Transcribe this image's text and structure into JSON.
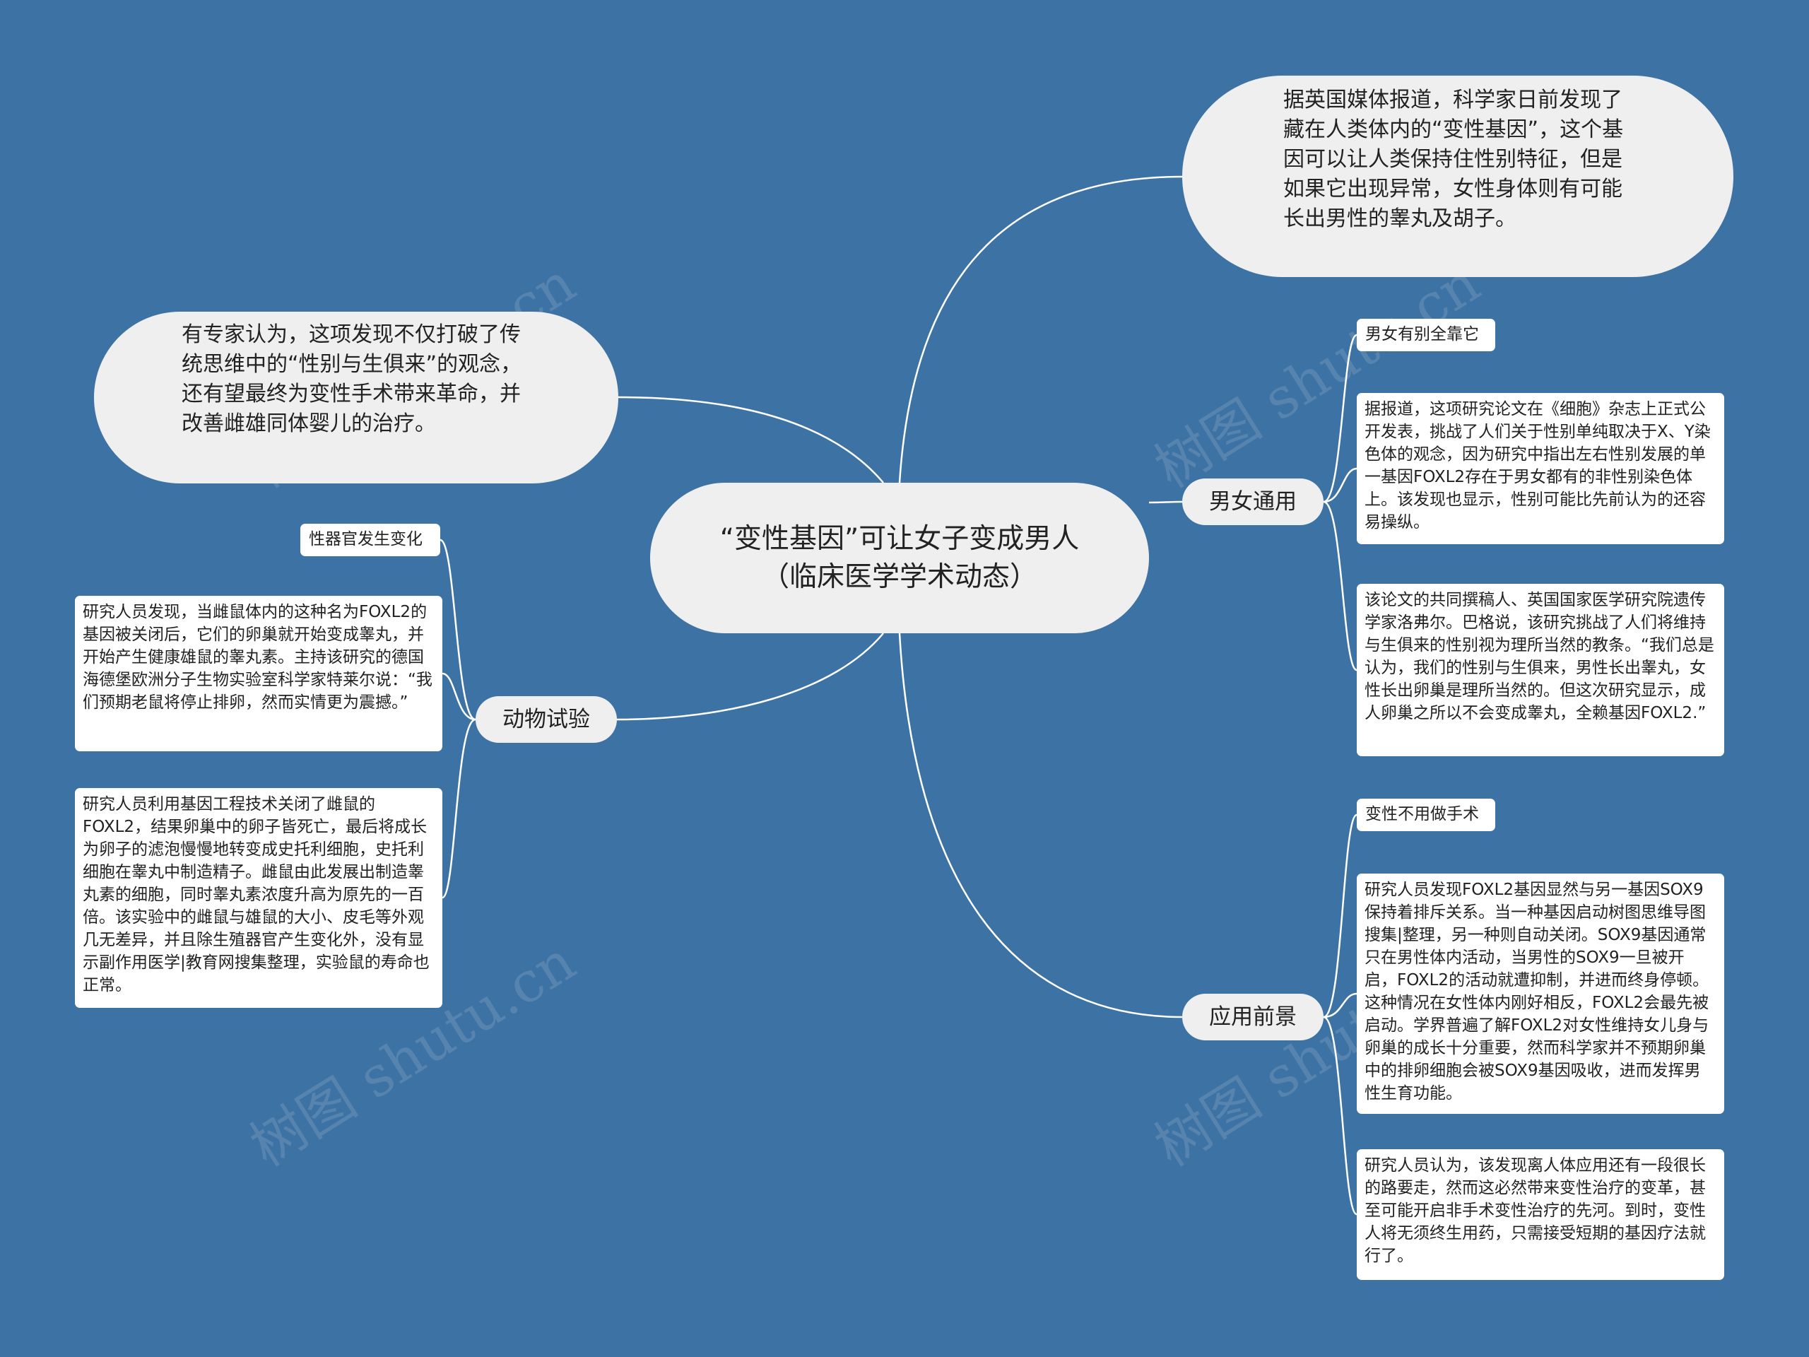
{
  "center": {
    "title": "“变性基因”可让女子变成男人（临床医学学术动态）"
  },
  "bubbles": {
    "top": "据英国媒体报道，科学家日前发现了藏在人类体内的“变性基因”，这个基因可以让人类保持住性别特征，但是如果它出现异常，女性身体则有可能长出男性的睾丸及胡子。",
    "left": "有专家认为，这项发现不仅打破了传统思维中的“性别与生俱来”的观念，还有望最终为变性手术带来革命，并改善雌雄同体婴儿的治疗。"
  },
  "branches": {
    "nvtong": {
      "label": "男女通用",
      "sub_label": "男女有别全靠它",
      "cards": [
        "据报道，这项研究论文在《细胞》杂志上正式公开发表，挑战了人们关于性别单纯取决于X、Y染色体的观念，因为研究中指出左右性别发展的单一基因FOXL2存在于男女都有的非性别染色体上。该发现也显示，性别可能比先前认为的还容易操纵。",
        "该论文的共同撰稿人、英国国家医学研究院遗传学家洛弗尔。巴格说，该研究挑战了人们将维持与生俱来的性别视为理所当然的教条。“我们总是认为，我们的性别与生俱来，男性长出睾丸，女性长出卵巢是理所当然的。但这次研究显示，成人卵巢之所以不会变成睾丸，全赖基因FOXL2.”"
      ]
    },
    "dongwu": {
      "label": "动物试验",
      "sub_label": "性器官发生变化",
      "cards": [
        "研究人员发现，当雌鼠体内的这种名为FOXL2的基因被关闭后，它们的卵巢就开始变成睾丸，并开始产生健康雄鼠的睾丸素。主持该研究的德国海德堡欧洲分子生物实验室科学家特莱尔说：“我们预期老鼠将停止排卵，然而实情更为震撼。”",
        "研究人员利用基因工程技术关闭了雌鼠的FOXL2，结果卵巢中的卵子皆死亡，最后将成长为卵子的滤泡慢慢地转变成史托利细胞，史托利细胞在睾丸中制造精子。雌鼠由此发展出制造睾丸素的细胞，同时睾丸素浓度升高为原先的一百倍。该实验中的雌鼠与雄鼠的大小、皮毛等外观几无差异，并且除生殖器官产生变化外，没有显示副作用医学|教育网搜集整理，实验鼠的寿命也正常。"
      ]
    },
    "yingyong": {
      "label": "应用前景",
      "sub_label": "变性不用做手术",
      "cards": [
        "研究人员发现FOXL2基因显然与另一基因SOX9保持着排斥关系。当一种基因启动树图思维导图搜集|整理，另一种则自动关闭。SOX9基因通常只在男性体内活动，当男性的SOX9一旦被开启，FOXL2的活动就遭抑制，并进而终身停顿。这种情况在女性体内刚好相反，FOXL2会最先被启动。学界普遍了解FOXL2对女性维持女儿身与卵巢的成长十分重要，然而科学家并不预期卵巢中的排卵细胞会被SOX9基因吸收，进而发挥男性生育功能。",
        "研究人员认为，该发现离人体应用还有一段很长的路要走，然而这必然带来变性治疗的变革，甚至可能开启非手术变性治疗的先河。到时，变性人将无须终生用药，只需接受短期的基因疗法就行了。"
      ]
    }
  },
  "watermark": "树图 shutu.cn",
  "colors": {
    "background": "#3d72a4",
    "node_fill": "#efefef",
    "card_fill": "#ffffff",
    "link": "#ffffff"
  }
}
